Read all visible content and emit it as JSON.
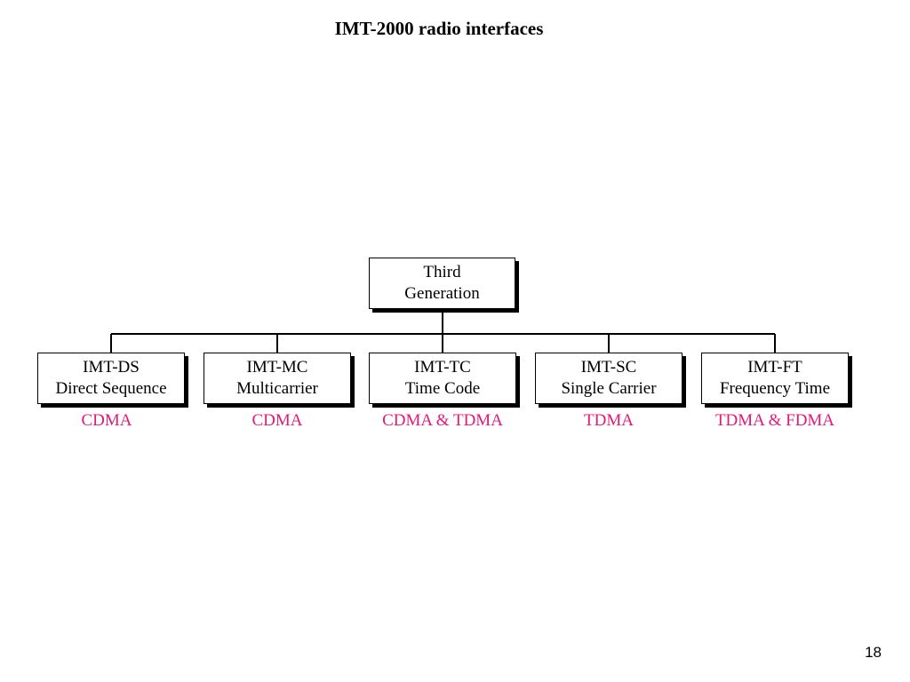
{
  "slide": {
    "title": "IMT-2000 radio interfaces",
    "page_number": "18"
  },
  "diagram": {
    "root": {
      "line1": "Third",
      "line2": "Generation"
    },
    "children": [
      {
        "line1": "IMT-DS",
        "line2": "Direct Sequence",
        "access": "CDMA"
      },
      {
        "line1": "IMT-MC",
        "line2": "Multicarrier",
        "access": "CDMA"
      },
      {
        "line1": "IMT-TC",
        "line2": "Time Code",
        "access": "CDMA & TDMA"
      },
      {
        "line1": "IMT-SC",
        "line2": "Single Carrier",
        "access": "TDMA"
      },
      {
        "line1": "IMT-FT",
        "line2": "Frequency Time",
        "access": "TDMA & FDMA"
      }
    ],
    "colors": {
      "box_border": "#000000",
      "box_shadow": "#000000",
      "connector": "#000000",
      "access_label": "#e0197a"
    }
  }
}
